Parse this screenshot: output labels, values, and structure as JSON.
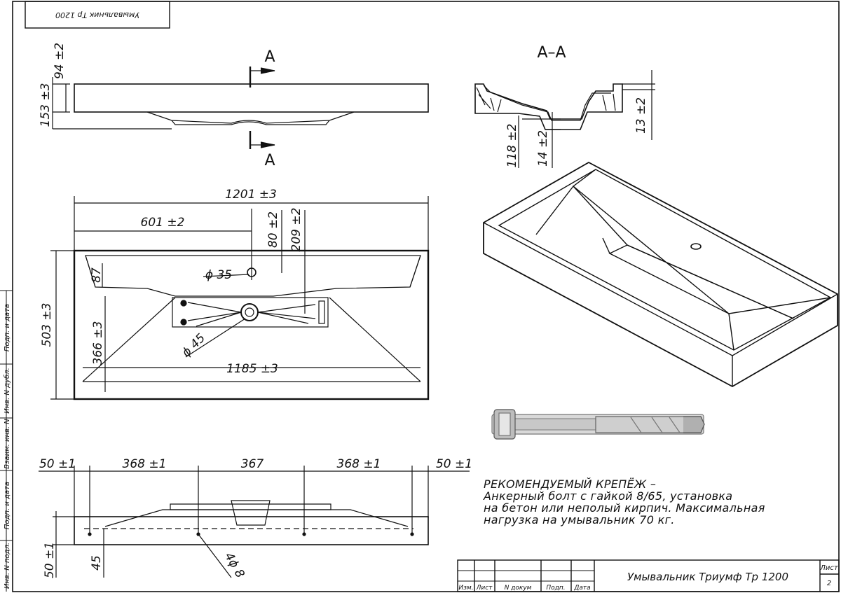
{
  "stamp_top": "Умывальник Тр 1200",
  "section": {
    "label_top": "А",
    "label_bottom": "А",
    "title": "А–А"
  },
  "dims": {
    "side_94": "94 ±2",
    "side_153": "153 ±3",
    "sec_118": "118 ±2",
    "sec_14": "14 ±2",
    "sec_13": "13 ±2",
    "top_1201": "1201 ±3",
    "top_601": "601 ±2",
    "top_80": "80 ±2",
    "top_209": "209 ±2",
    "top_503": "503 ±3",
    "top_87": "87",
    "top_phi35": "ϕ 35",
    "top_phi45": "ϕ 45",
    "top_366": "366 ±3",
    "top_1185": "1185 ±3",
    "bot_50a": "50 ±1",
    "bot_368a": "368 ±1",
    "bot_367": "367",
    "bot_368b": "368 ±1",
    "bot_50b": "50 ±1",
    "bot_50v": "50 ±1",
    "bot_45": "45",
    "bot_phi8": "4ϕ 8"
  },
  "note": {
    "line1": "РЕКОМЕНДУЕМЫЙ КРЕПЁЖ –",
    "line2": "Анкерный болт с гайкой 8/65, установка",
    "line3": "на бетон или неполый кирпич. Максимальная",
    "line4": "нагрузка на умывальник 70 кг."
  },
  "title_block": {
    "name": "Умывальник Триумф Тр 1200",
    "sheet_label": "Лист",
    "sheet_number": "2",
    "col_izm": "Изм.",
    "col_list": "Лист",
    "col_doc": "N докум",
    "col_sign": "Подп.",
    "col_date": "Дата"
  },
  "left_strip": [
    "Подп. и дата",
    "Инв. N дубл.",
    "Взаим. инв. N",
    "Подп. и дата",
    "Инв. N подл."
  ]
}
